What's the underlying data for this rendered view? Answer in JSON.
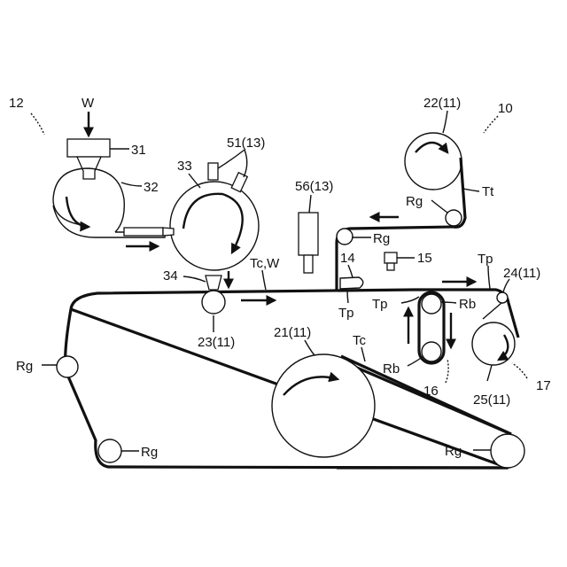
{
  "figure": {
    "labels": {
      "l12": "12",
      "lW_top": "W",
      "l31": "31",
      "l32": "32",
      "l33": "33",
      "l51": "51(13)",
      "l34": "34",
      "l23": "23(11)",
      "lTcW": "Tc,W",
      "l56": "56(13)",
      "l22": "22(11)",
      "l10": "10",
      "lRg_top": "Rg",
      "lTt": "Tt",
      "lRg_mid": "Rg",
      "l14": "14",
      "l15": "15",
      "lTp_left": "Tp",
      "lTp_mid": "Tp",
      "lTp_right": "Tp",
      "l24": "24(11)",
      "lRb_right": "Rb",
      "lRb_left": "Rb",
      "l21": "21(11)",
      "lTc": "Tc",
      "l16": "16",
      "l25": "25(11)",
      "l17": "17",
      "lRg_left": "Rg",
      "lRg_bl": "Rg",
      "lRg_br": "Rg"
    }
  }
}
